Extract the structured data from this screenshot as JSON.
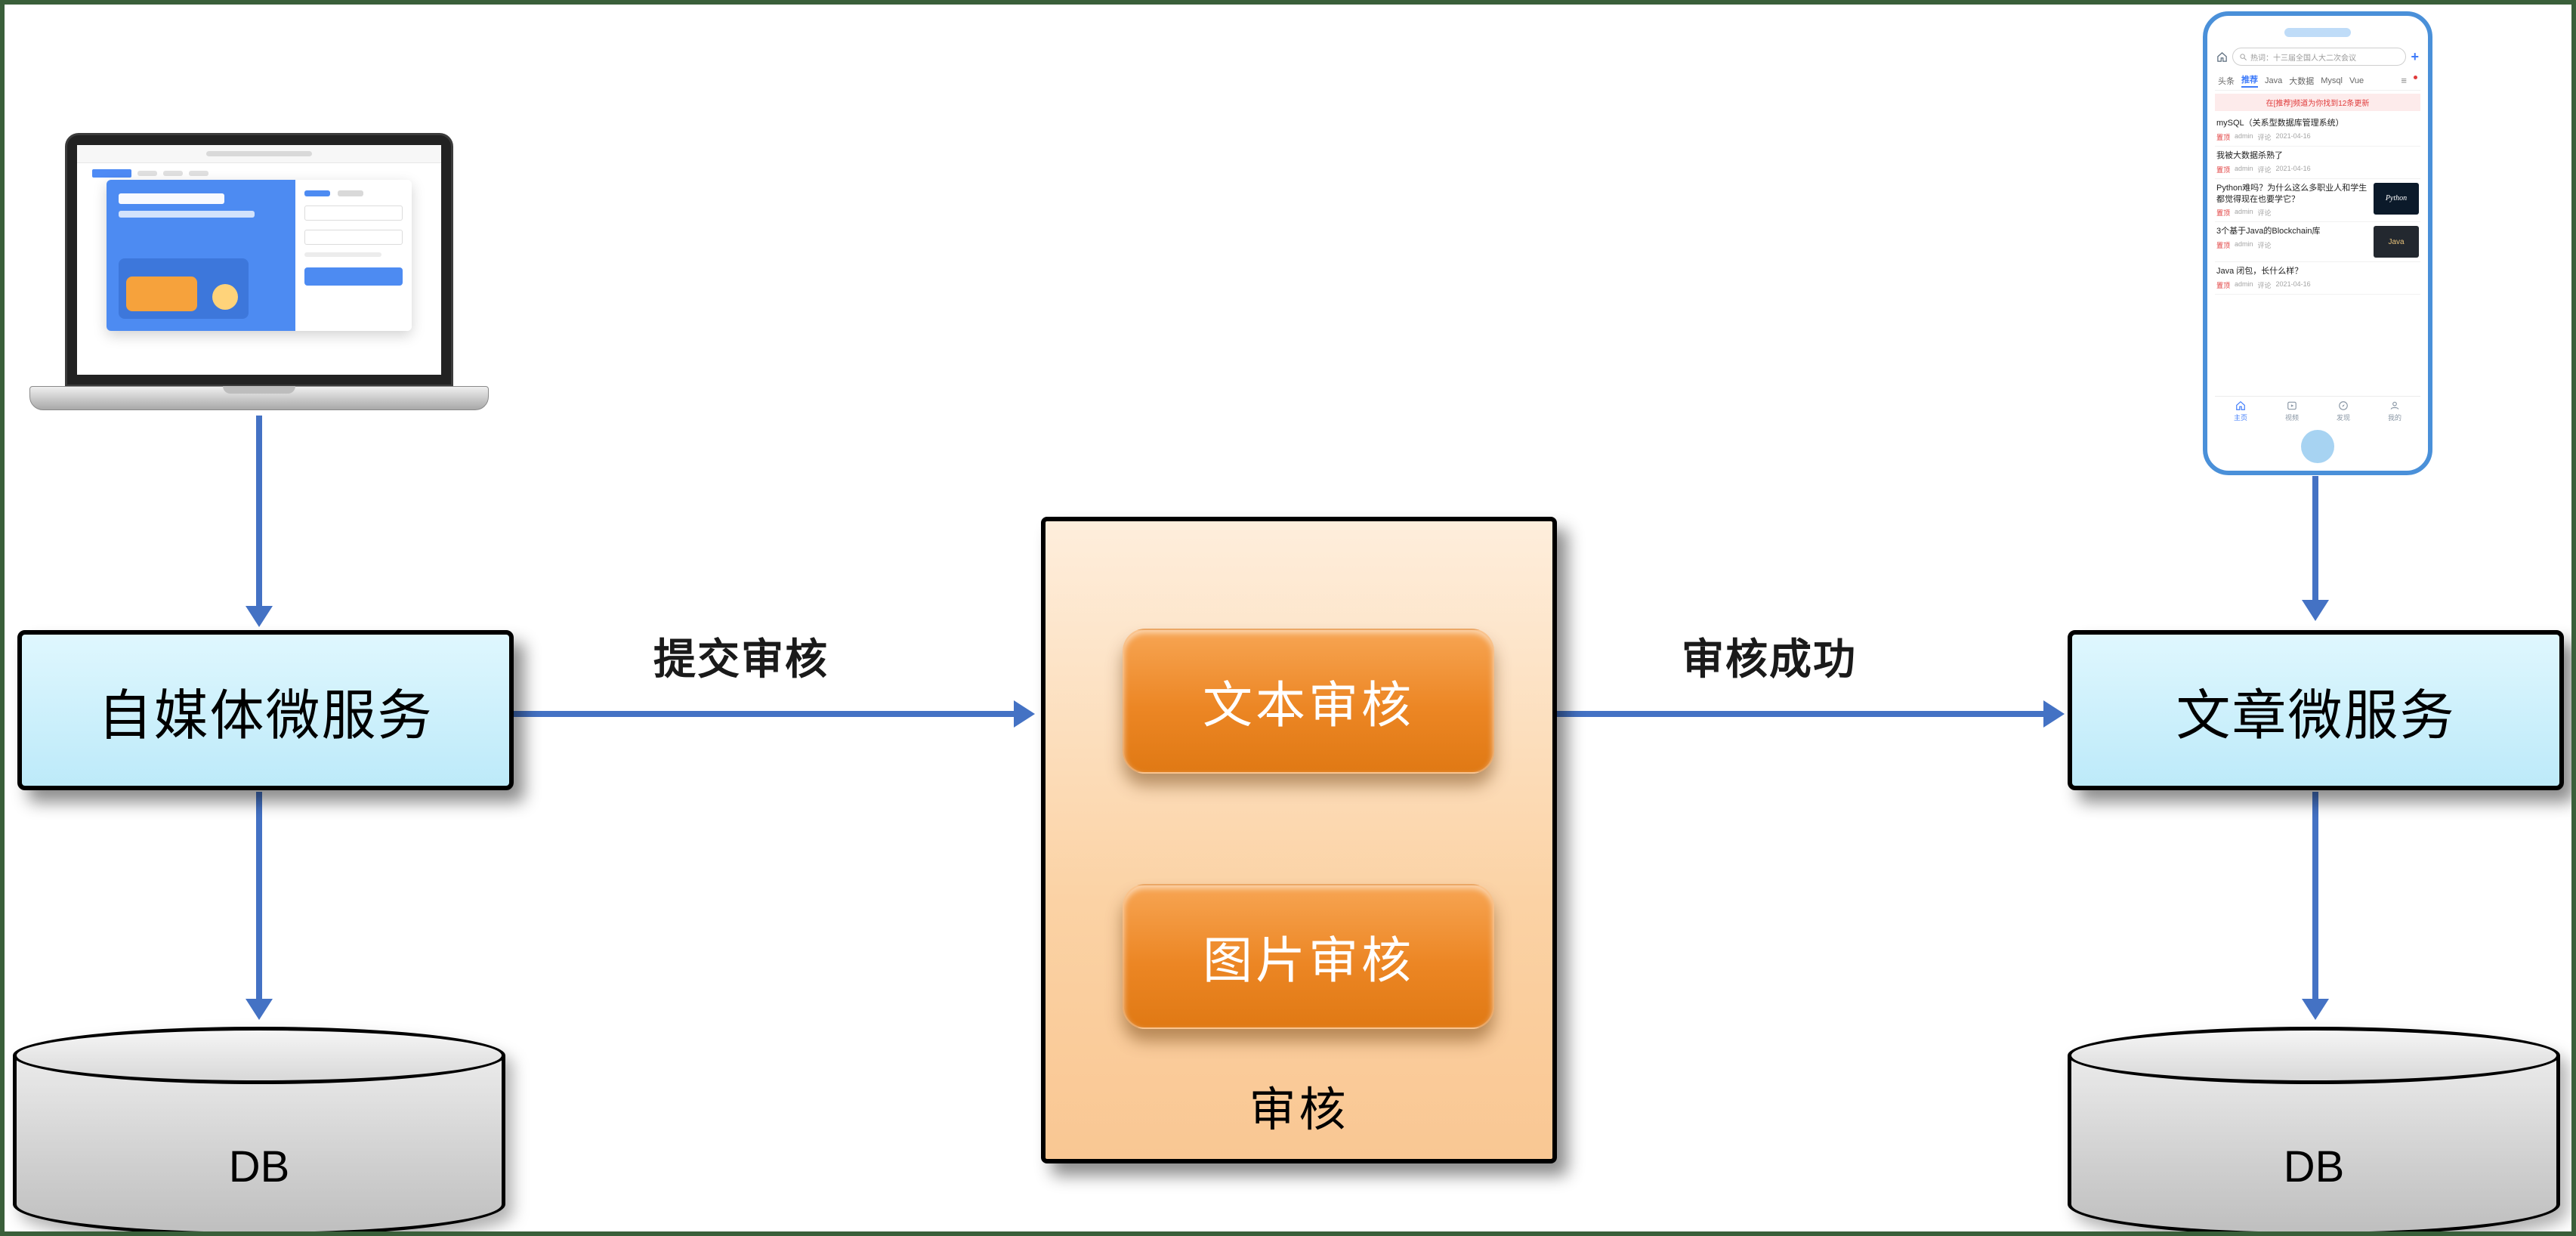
{
  "colors": {
    "arrow_blue": "#4472C4",
    "service_fill": "#C9EFFA",
    "center_fill": "#FBD2A4",
    "button_orange": "#ED7D31",
    "db_gray": "#D9D9D9",
    "frame_green": "#3A5F3A",
    "phone_border_blue": "#4A90D9"
  },
  "nodes": {
    "left_service": "自媒体微服务",
    "right_service": "文章微服务",
    "center_group": "审核",
    "text_review": "文本审核",
    "image_review": "图片审核",
    "left_db": "DB",
    "right_db": "DB"
  },
  "edges": {
    "submit": "提交审核",
    "success": "审核成功"
  },
  "phone": {
    "search_placeholder": "热词：十三届全国人大二次会议",
    "add_button": "+",
    "menu_icon": "≡",
    "tabs": [
      "头条",
      "推荐",
      "Java",
      "大数据",
      "Mysql",
      "Vue"
    ],
    "active_tab": "推荐",
    "notice": "在[推荐]频道为你找到12条更新",
    "articles": [
      {
        "title": "mySQL（关系型数据库管理系统）",
        "badge": "置顶",
        "author": "admin",
        "comments": "评论",
        "date": "2021-04-16",
        "thumb": ""
      },
      {
        "title": "我被大数据杀熟了",
        "badge": "置顶",
        "author": "admin",
        "comments": "评论",
        "date": "2021-04-16",
        "thumb": ""
      },
      {
        "title": "Python难吗？为什么这么多职业人和学生都觉得现在也要学它？",
        "badge": "置顶",
        "author": "admin",
        "comments": "评论",
        "date": "",
        "thumb": "Python"
      },
      {
        "title": "3个基于Java的Blockchain库",
        "badge": "置顶",
        "author": "admin",
        "comments": "评论",
        "date": "",
        "thumb": "Java"
      },
      {
        "title": "Java 闭包，长什么样？",
        "badge": "置顶",
        "author": "admin",
        "comments": "评论",
        "date": "2021-04-16",
        "thumb": ""
      }
    ],
    "bottom_nav": [
      {
        "label": "主页"
      },
      {
        "label": "视频"
      },
      {
        "label": "发现"
      },
      {
        "label": "我的"
      }
    ]
  }
}
